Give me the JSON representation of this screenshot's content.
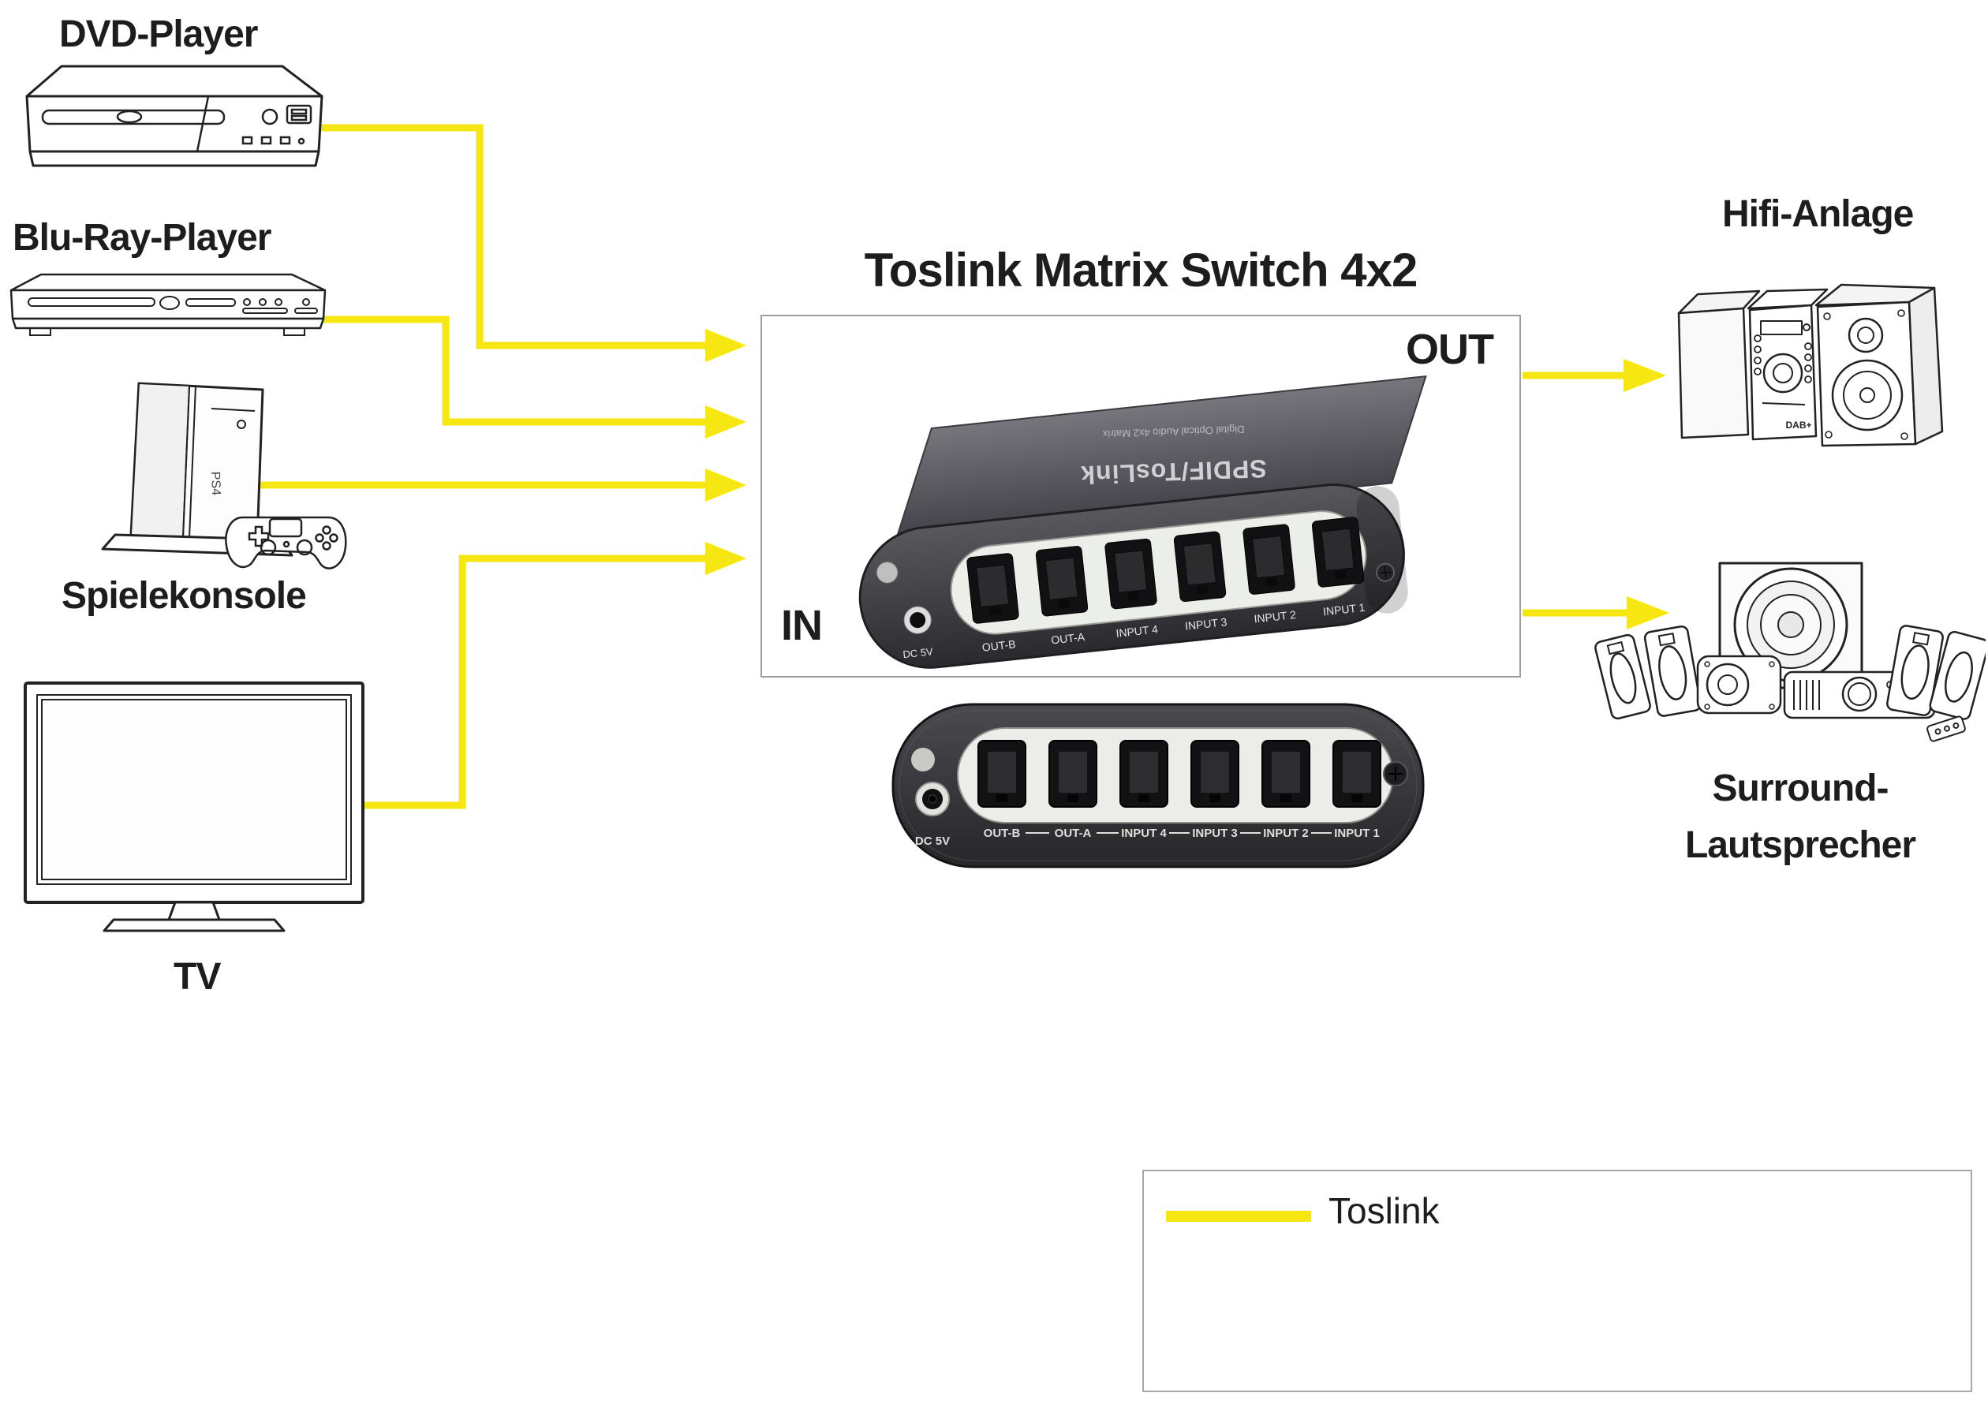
{
  "title": "Toslink Matrix Switch 4x2",
  "colors": {
    "toslink_cable": "#f6e713",
    "label_text": "#1d1d1d"
  },
  "devices": {
    "dvd": {
      "label": "DVD-Player"
    },
    "bluray": {
      "label": "Blu-Ray-Player"
    },
    "console": {
      "label": "Spielekonsole",
      "badge": "PS4"
    },
    "tv": {
      "label": "TV"
    },
    "hifi": {
      "label": "Hifi-Anlage",
      "badge": "DAB+"
    },
    "surround": {
      "label_line1": "Surround-",
      "label_line2": "Lautsprecher"
    }
  },
  "switch_box": {
    "in_label": "IN",
    "out_label": "OUT",
    "device": {
      "brand": "SPDIF/TosLink",
      "brand_sub": "Digital Optical Audio 4x2 Matrix",
      "dc_label": "DC 5V",
      "ports": [
        "OUT-B",
        "OUT-A",
        "INPUT 4",
        "INPUT 3",
        "INPUT 2",
        "INPUT 1"
      ]
    }
  },
  "legend": {
    "items": [
      {
        "label": "Toslink",
        "color": "#f6e713"
      }
    ]
  },
  "connections": [
    {
      "from": "DVD-Player",
      "to": "Toslink Matrix Switch 4x2 IN"
    },
    {
      "from": "Blu-Ray-Player",
      "to": "Toslink Matrix Switch 4x2 IN"
    },
    {
      "from": "Spielekonsole",
      "to": "Toslink Matrix Switch 4x2 IN"
    },
    {
      "from": "TV",
      "to": "Toslink Matrix Switch 4x2 IN"
    },
    {
      "from": "Toslink Matrix Switch 4x2 OUT",
      "to": "Hifi-Anlage"
    },
    {
      "from": "Toslink Matrix Switch 4x2 OUT",
      "to": "Surround-Lautsprecher"
    }
  ]
}
